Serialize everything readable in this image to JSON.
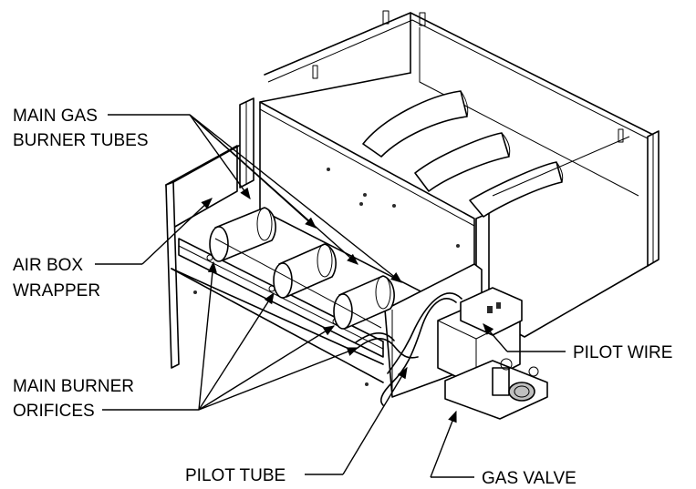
{
  "labels": {
    "main_gas_burner_tubes_line1": "MAIN GAS",
    "main_gas_burner_tubes_line2": "BURNER TUBES",
    "air_box_wrapper_line1": "AIR BOX",
    "air_box_wrapper_line2": "WRAPPER",
    "main_burner_orifices_line1": "MAIN BURNER",
    "main_burner_orifices_line2": "ORIFICES",
    "pilot_wire": "PILOT WIRE",
    "pilot_tube": "PILOT TUBE",
    "gas_valve": "GAS VALVE"
  },
  "colors": {
    "line": "#000000",
    "background": "#ffffff"
  }
}
